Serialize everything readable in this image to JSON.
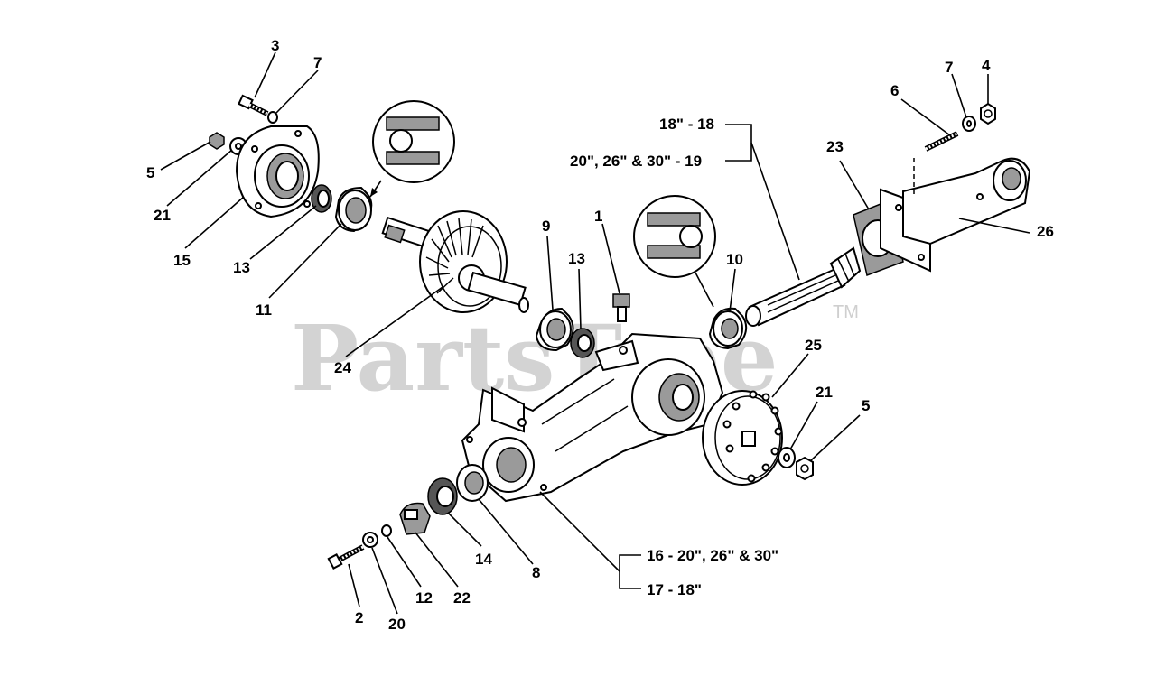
{
  "watermark": {
    "text": "PartsTree",
    "trademark": "TM"
  },
  "callouts": {
    "c1": "1",
    "c2": "2",
    "c3": "3",
    "c4": "4",
    "c5a": "5",
    "c5b": "5",
    "c6": "6",
    "c7a": "7",
    "c7b": "7",
    "c8": "8",
    "c9": "9",
    "c10": "10",
    "c11": "11",
    "c12": "12",
    "c13a": "13",
    "c13b": "13",
    "c14": "14",
    "c15": "15",
    "c20": "20",
    "c21a": "21",
    "c21b": "21",
    "c22": "22",
    "c23": "23",
    "c24": "24",
    "c25": "25",
    "c26": "26"
  },
  "notes": {
    "shaft_18": "18\" - 18",
    "shaft_other": "20\", 26\" & 30\" - 19",
    "housing_other": "16 - 20\", 26\" & 30\"",
    "housing_18": "17 - 18\""
  }
}
